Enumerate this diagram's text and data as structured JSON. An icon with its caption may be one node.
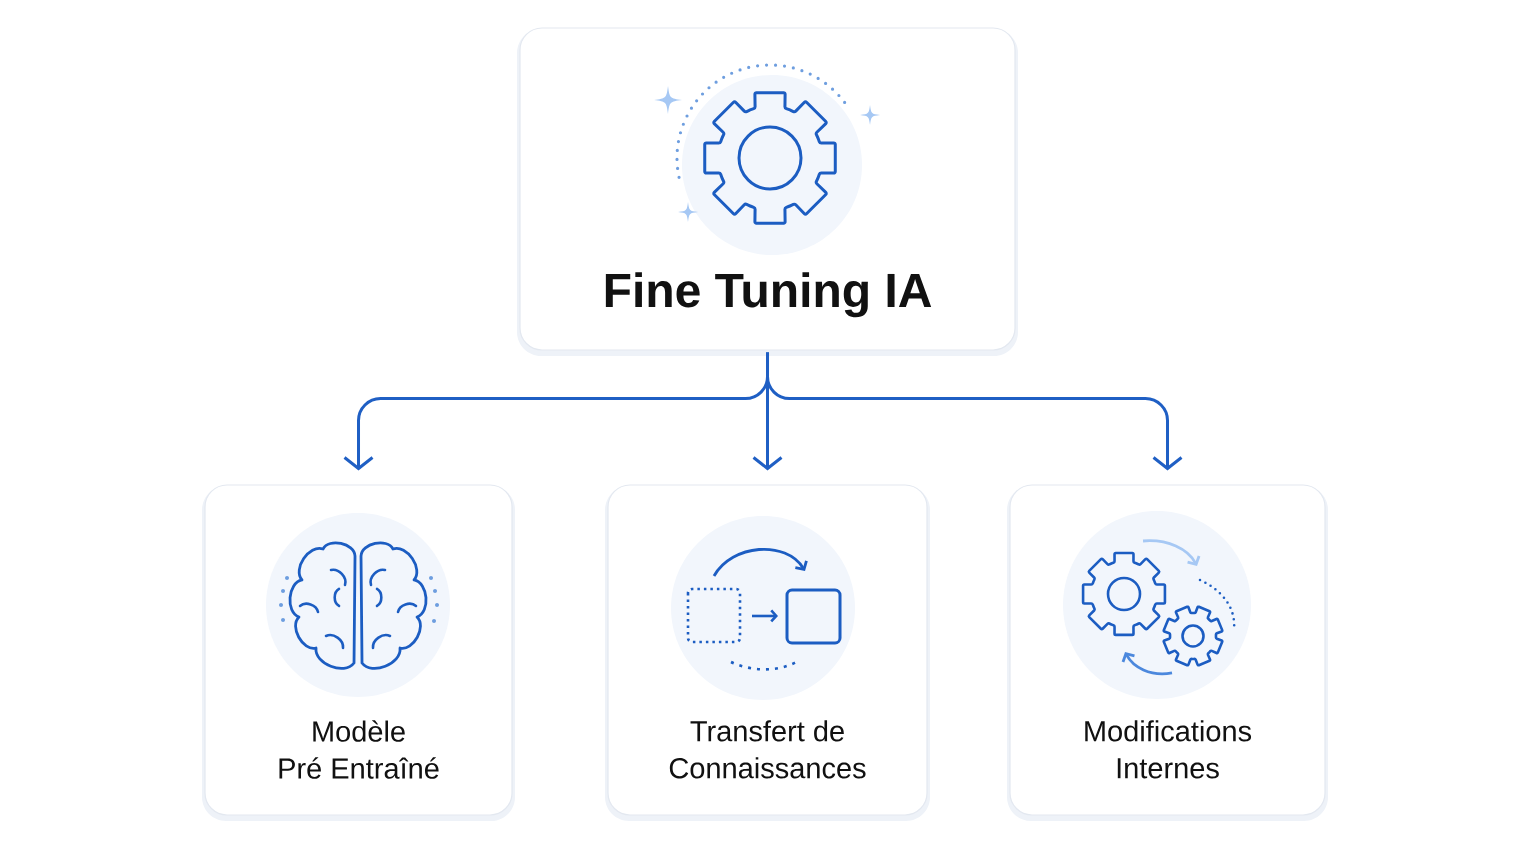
{
  "diagram": {
    "nodes": [
      {
        "text": [
          "Fine Tuning IA"
        ]
      },
      {
        "text": [
          "Modèle Pré Entraîné"
        ]
      },
      {
        "text": [
          "Transfert de Connaissances"
        ]
      },
      {
        "text": [
          "Modifications Internes"
        ]
      }
    ],
    "edges": [
      {
        "from": 0,
        "to": 1,
        "arrow": "to"
      },
      {
        "from": 0,
        "to": 2,
        "arrow": "to"
      },
      {
        "from": 0,
        "to": 3,
        "arrow": "to"
      }
    ]
  }
}
